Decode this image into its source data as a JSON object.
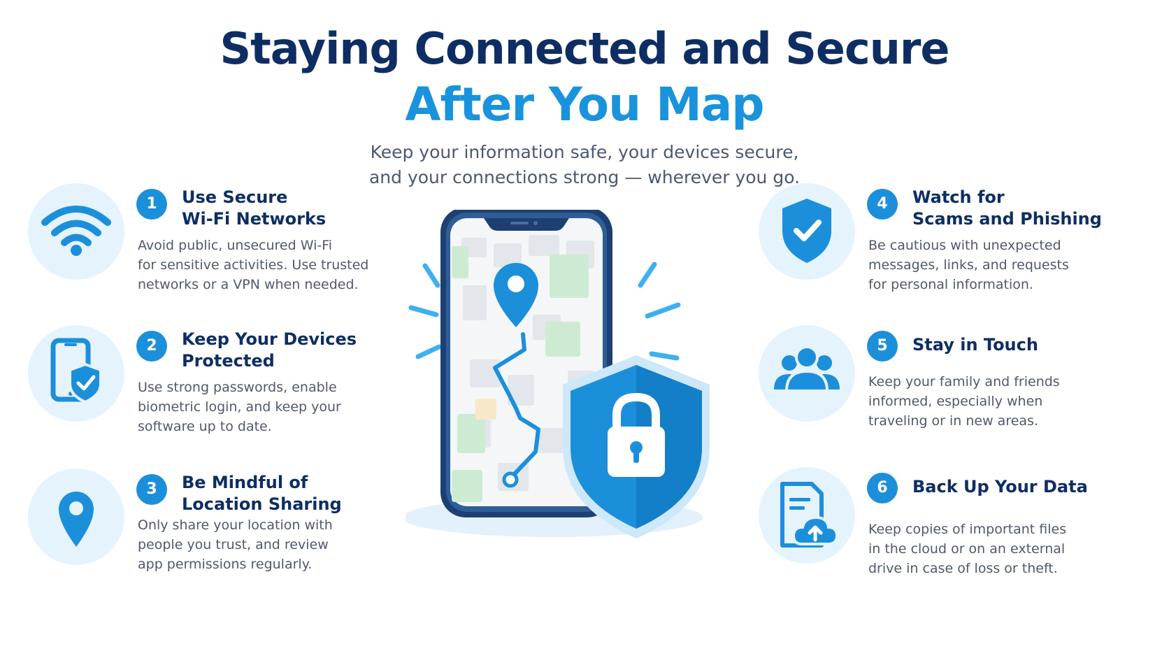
{
  "header": {
    "title_line1": "Staying Connected and Secure",
    "title_line2": "After You Map",
    "subtitle_line1": "Keep your information safe, your devices secure,",
    "subtitle_line2": "and your connections strong — wherever you go."
  },
  "tips": [
    {
      "number": "1",
      "title": "Use Secure\nWi-Fi Networks",
      "icon": "wifi-icon",
      "description": "Avoid public, unsecured Wi-Fi\nfor sensitive activities. Use trusted\nnetworks or a VPN when needed."
    },
    {
      "number": "2",
      "title": "Keep Your Devices\nProtected",
      "icon": "phone-shield-icon",
      "description": "Use strong passwords, enable\nbiometric login, and keep your\nsoftware up to date."
    },
    {
      "number": "3",
      "title": "Be Mindful of\nLocation Sharing",
      "icon": "location-pin-icon",
      "description": "Only share your location with\npeople you trust, and review\napp permissions regularly."
    },
    {
      "number": "4",
      "title": "Watch for\nScams and Phishing",
      "icon": "shield-check-icon",
      "description": "Be cautious with unexpected\nmessages, links, and requests\nfor personal information."
    },
    {
      "number": "5",
      "title": "Stay in Touch",
      "icon": "people-group-icon",
      "description": "Keep your family and friends\ninformed, especially when\ntraveling or in new areas."
    },
    {
      "number": "6",
      "title": "Back Up Your Data",
      "icon": "cloud-backup-icon",
      "description": "Keep copies of important files\nin the cloud or on an external\ndrive in case of loss or theft."
    }
  ],
  "colors": {
    "navy": "#0e2e63",
    "accent_blue": "#1a93dd",
    "icon_blue": "#1c8fdb",
    "circle_bg": "#e5f3fd",
    "body_text": "#4f596c"
  },
  "illustration": {
    "icon": "phone-map-with-lock-shield-icon"
  }
}
